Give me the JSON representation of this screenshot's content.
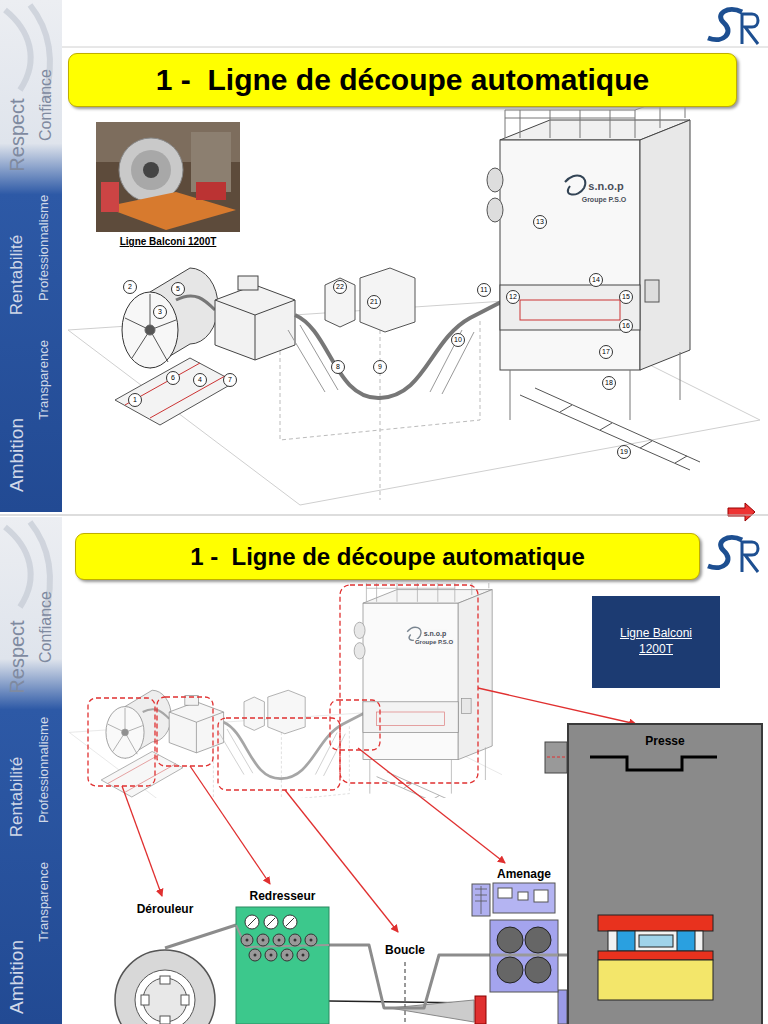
{
  "diagram": {
    "nodes": [
      {
        "text": [
          "1 -  Ligne de découpe automatique"
        ]
      },
      {
        "text": [
          "Ligne Balconi 1200T"
        ]
      },
      {
        "text": [
          "1 -  Ligne de découpe automatique"
        ]
      },
      {
        "text": [
          "Ligne Balconi 1200T"
        ]
      },
      {
        "text": [
          "Presse"
        ]
      },
      {
        "text": [
          "Amenage"
        ]
      },
      {
        "text": [
          "Dérouleur"
        ]
      },
      {
        "text": [
          "Redresseur"
        ]
      }
    ],
    "edges": [
      {
        "from": 6,
        "to": 7,
        "arrow": "none"
      },
      {
        "from": 7,
        "to": 5,
        "arrow": "none"
      },
      {
        "from": 5,
        "to": 4,
        "arrow": "none"
      }
    ],
    "labels": [
      "1",
      "2",
      "3",
      "4",
      "5",
      "6",
      "7",
      "8",
      "9",
      "10",
      "11",
      "12",
      "13",
      "14",
      "15",
      "16",
      "17",
      "18",
      "19",
      "21",
      "22",
      "s.n.o.p",
      "Groupe P.S.O",
      "s.n.o.p",
      "Groupe P.S.O",
      "Confiance",
      "Respect",
      "Professionnalisme",
      "Rentabilité",
      "Transparence",
      "Ambition",
      "Confiance",
      "Respect",
      "Professionnalisme",
      "Rentabilité",
      "Transparence",
      "Ambition",
      "Boucle"
    ]
  }
}
